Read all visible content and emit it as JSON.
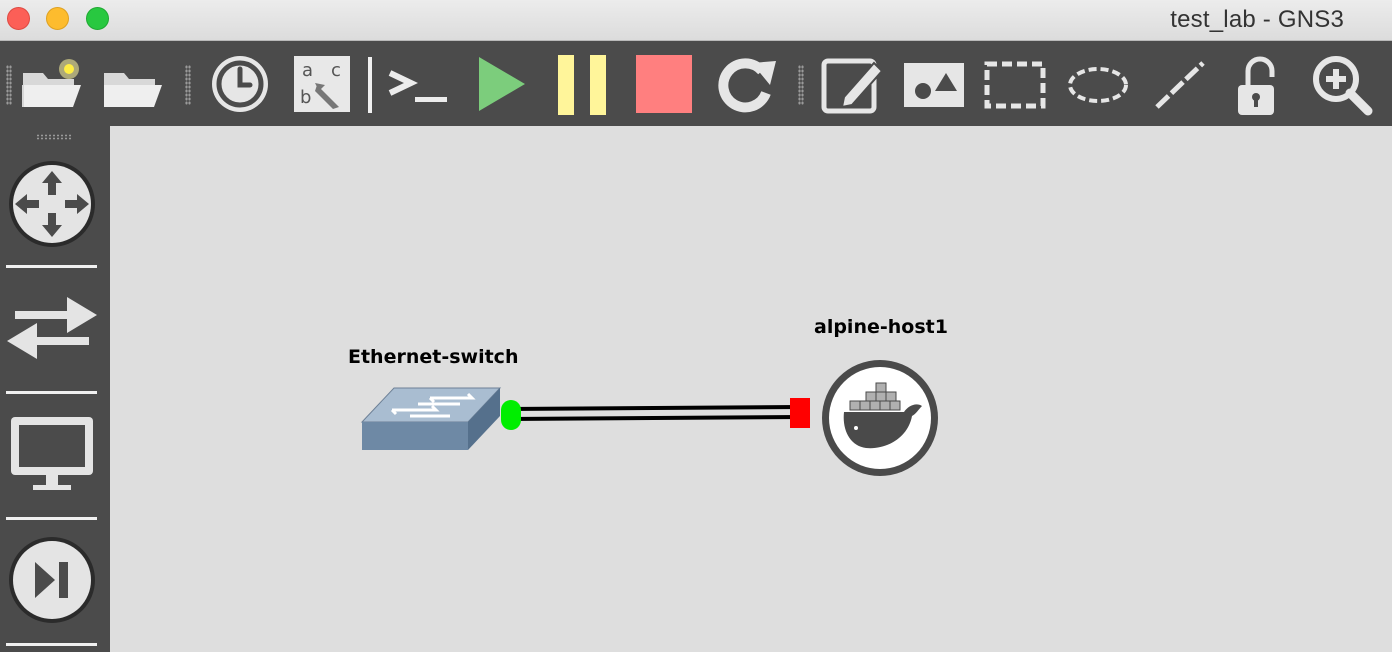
{
  "window": {
    "title": "test_lab - GNS3"
  },
  "toolbar": {
    "buttons": [
      {
        "name": "new-project",
        "icon": "folder-new-icon"
      },
      {
        "name": "open-project",
        "icon": "folder-open-icon"
      },
      {
        "name": "snapshots",
        "icon": "clock-icon"
      },
      {
        "name": "show-interface-labels",
        "icon": "abc-cursor-icon",
        "glyph_letters": [
          "a",
          "c",
          "b"
        ]
      },
      {
        "name": "console-all",
        "icon": "terminal-icon",
        "glyph": ">_"
      },
      {
        "name": "start-all",
        "icon": "play-icon",
        "color": "#7ccd7c"
      },
      {
        "name": "suspend-all",
        "icon": "pause-icon",
        "color": "#fff59a"
      },
      {
        "name": "stop-all",
        "icon": "stop-icon",
        "color": "#ff7f7f"
      },
      {
        "name": "reload-all",
        "icon": "reload-icon"
      },
      {
        "name": "add-note",
        "icon": "edit-note-icon"
      },
      {
        "name": "insert-picture",
        "icon": "picture-icon"
      },
      {
        "name": "draw-rectangle",
        "icon": "rectangle-icon"
      },
      {
        "name": "draw-ellipse",
        "icon": "ellipse-icon"
      },
      {
        "name": "draw-line",
        "icon": "line-icon"
      },
      {
        "name": "lock-items",
        "icon": "unlock-icon"
      },
      {
        "name": "zoom-in",
        "icon": "zoom-in-icon"
      }
    ]
  },
  "sidebar": {
    "items": [
      {
        "name": "routers",
        "icon": "router-icon"
      },
      {
        "name": "switches",
        "icon": "switch-icon"
      },
      {
        "name": "end-devices",
        "icon": "monitor-icon"
      },
      {
        "name": "all-devices",
        "icon": "skip-forward-icon"
      }
    ]
  },
  "topology": {
    "nodes": [
      {
        "id": "switch",
        "label": "Ethernet-switch",
        "type": "ethernet-switch"
      },
      {
        "id": "host",
        "label": "alpine-host1",
        "type": "docker"
      }
    ],
    "link": {
      "from": "Ethernet-switch",
      "to": "alpine-host1",
      "status_colors": {
        "switch_side": "#00ee00",
        "host_side": "#ff0000"
      }
    }
  }
}
